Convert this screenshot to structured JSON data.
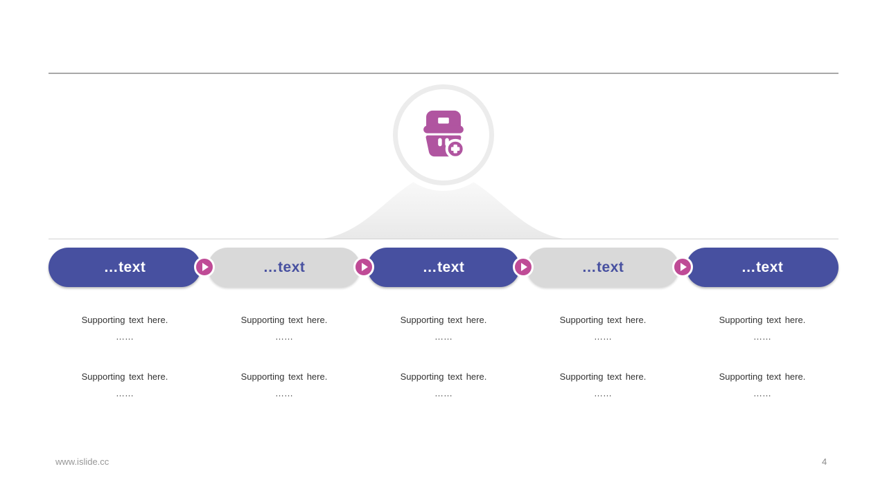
{
  "slide": {
    "footer_url": "www.islide.cc",
    "page_number": "4"
  },
  "icons": {
    "header": "basket-add-icon",
    "step_connector": "play-arrow-icon"
  },
  "colors": {
    "accent_blue": "#4750a0",
    "pill_gray": "#d9d9d9",
    "icon_magenta": "#b055a0",
    "arrow_magenta": "#bf4b96",
    "ring_gray": "#ececec"
  },
  "steps": [
    {
      "label": "…text",
      "variant": "blue",
      "notes": [
        {
          "text": "Supporting text here.",
          "ellipsis": "……"
        },
        {
          "text": "Supporting text here.",
          "ellipsis": "……"
        }
      ]
    },
    {
      "label": "…text",
      "variant": "gray",
      "notes": [
        {
          "text": "Supporting text here.",
          "ellipsis": "……"
        },
        {
          "text": "Supporting text here.",
          "ellipsis": "……"
        }
      ]
    },
    {
      "label": "…text",
      "variant": "blue",
      "notes": [
        {
          "text": "Supporting text here.",
          "ellipsis": "……"
        },
        {
          "text": "Supporting text here.",
          "ellipsis": "……"
        }
      ]
    },
    {
      "label": "…text",
      "variant": "gray",
      "notes": [
        {
          "text": "Supporting text here.",
          "ellipsis": "……"
        },
        {
          "text": "Supporting text here.",
          "ellipsis": "……"
        }
      ]
    },
    {
      "label": "…text",
      "variant": "blue",
      "notes": [
        {
          "text": "Supporting text here.",
          "ellipsis": "……"
        },
        {
          "text": "Supporting text here.",
          "ellipsis": "……"
        }
      ]
    }
  ]
}
